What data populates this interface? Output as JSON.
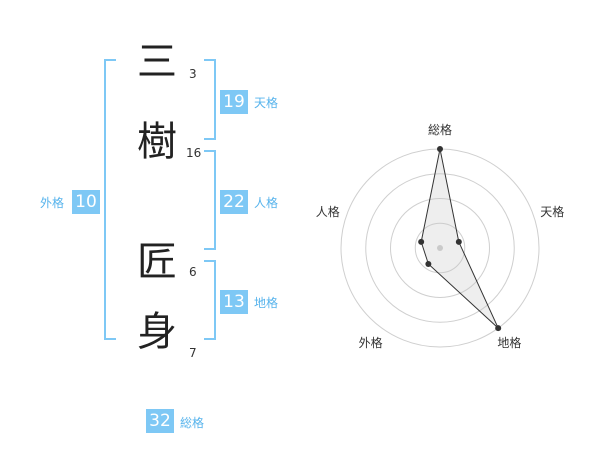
{
  "chars": [
    {
      "char": "三",
      "strokes": "3"
    },
    {
      "char": "樹",
      "strokes": "16"
    },
    {
      "char": "匠",
      "strokes": "6"
    },
    {
      "char": "身",
      "strokes": "7"
    }
  ],
  "kaku": {
    "tenkaku": {
      "value": "19",
      "label": "天格"
    },
    "jinkaku": {
      "value": "22",
      "label": "人格"
    },
    "chikaku": {
      "value": "13",
      "label": "地格"
    },
    "gaikaku": {
      "value": "10",
      "label": "外格"
    },
    "soukaku": {
      "value": "32",
      "label": "総格"
    }
  },
  "colors": {
    "accent": "#7ec8f5",
    "label": "#56b3ec",
    "text": "#222222"
  },
  "chart_data": {
    "type": "radar",
    "axes": [
      "総格",
      "天格",
      "地格",
      "外格",
      "人格"
    ],
    "values": [
      1.0,
      0.2,
      1.0,
      0.2,
      0.2
    ],
    "rings": 4,
    "grid": true
  }
}
